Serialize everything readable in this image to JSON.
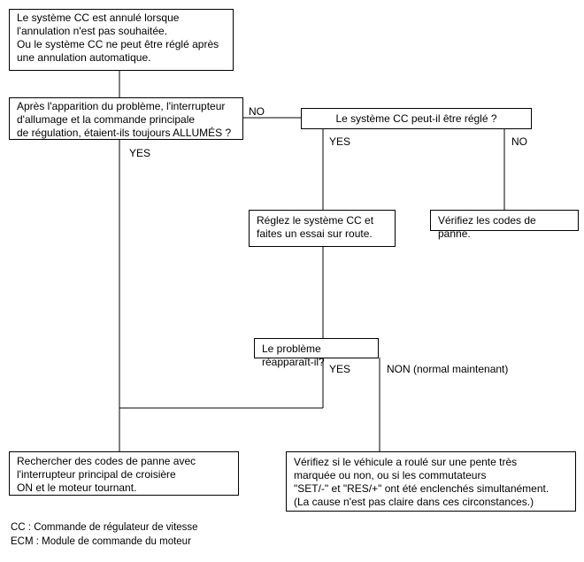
{
  "nodes": {
    "start": "Le système CC est annulé lorsque\nl'annulation n'est pas souhaitée.\nOu le système CC ne peut être réglé après\nune annulation automatique.",
    "q_switch": "Après l'apparition du problème, l'interrupteur\nd'allumage et la commande principale\nde régulation, étaient-ils toujours ALLUMÉS ?",
    "q_settable": "Le système CC peut-il être réglé ?",
    "set_test": "Réglez le système CC et\nfaites un essai sur route.",
    "check_codes": "Vérifiez les codes de panne.",
    "q_reappear": "Le problème réapparaît-il?",
    "search_codes": "Rechercher des codes de panne avec\nl'interrupteur principal de croisière\nON et le moteur tournant.",
    "verify_slope": "Vérifiez si le véhicule a roulé sur une pente très\nmarquée ou non, ou si les commutateurs\n\"SET/-\" et \"RES/+\" ont été enclenchés simultanément.\n(La cause n'est pas claire dans ces circonstances.)"
  },
  "labels": {
    "no_switch": "NO",
    "yes_switch": "YES",
    "yes_settable": "YES",
    "no_settable": "NO",
    "yes_reappear": "YES",
    "non_reappear": "NON (normal maintenant)"
  },
  "legend": {
    "cc": "CC : Commande de régulateur de vitesse",
    "ecm": "ECM : Module de commande du moteur"
  }
}
